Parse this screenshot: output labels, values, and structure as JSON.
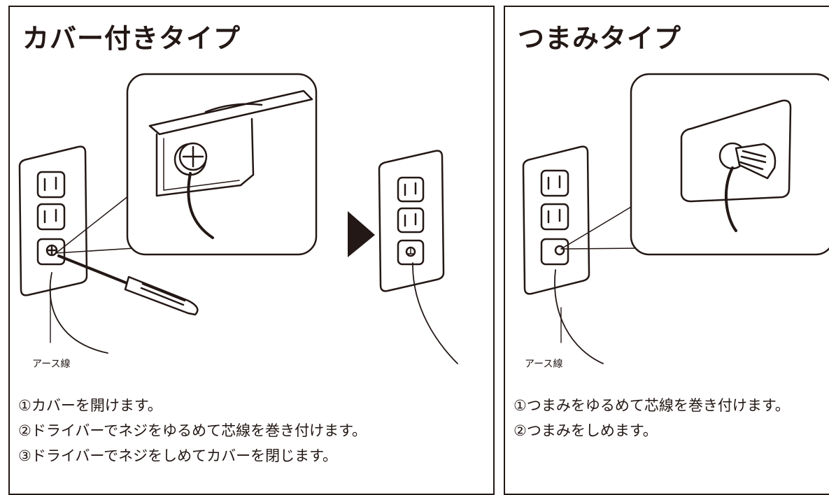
{
  "panels": {
    "cover_type": {
      "title": "カバー付きタイプ",
      "ground_label": "アース線",
      "steps": [
        "①カバーを開けます。",
        "②ドライバーでネジをゆるめて芯線を巻き付けます。",
        "③ドライバーでネジをしめてカバーを閉じます。"
      ]
    },
    "knob_type": {
      "title": "つまみタイプ",
      "ground_label": "アース線",
      "steps": [
        "①つまみをゆるめて芯線を巻き付けます。",
        "②つまみをしめます。"
      ]
    }
  },
  "colors": {
    "ink": "#231815",
    "background": "#ffffff"
  },
  "icons": [
    "arrow-right-icon",
    "screwdriver-icon",
    "outlet-icon",
    "knob-icon",
    "screw-icon"
  ]
}
